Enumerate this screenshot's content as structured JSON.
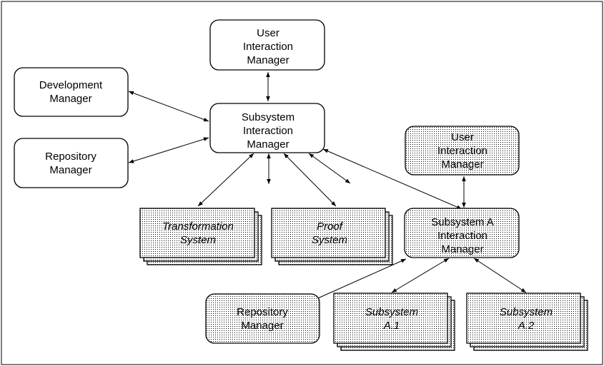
{
  "nodes": {
    "user_interaction_manager_top": {
      "lines": [
        "User",
        "Interaction",
        "Manager"
      ]
    },
    "development_manager": {
      "lines": [
        "Development",
        "Manager"
      ]
    },
    "subsystem_interaction_manager": {
      "lines": [
        "Subsystem",
        "Interaction",
        "Manager"
      ]
    },
    "repository_manager_left": {
      "lines": [
        "Repository",
        "Manager"
      ]
    },
    "user_interaction_manager_right": {
      "lines": [
        "User",
        "Interaction",
        "Manager"
      ]
    },
    "transformation_system": {
      "lines": [
        "Transformation",
        "System"
      ]
    },
    "proof_system": {
      "lines": [
        "Proof",
        "System"
      ]
    },
    "subsystem_a_interaction_manager": {
      "lines": [
        "Subsystem A",
        "Interaction",
        "Manager"
      ]
    },
    "repository_manager_bottom": {
      "lines": [
        "Repository",
        "Manager"
      ]
    },
    "subsystem_a1": {
      "lines": [
        "Subsystem",
        "A.1"
      ]
    },
    "subsystem_a2": {
      "lines": [
        "Subsystem",
        "A.2"
      ]
    }
  },
  "styles": {
    "border": "#000000",
    "dot_fill": "#000000",
    "background": "#ffffff"
  }
}
